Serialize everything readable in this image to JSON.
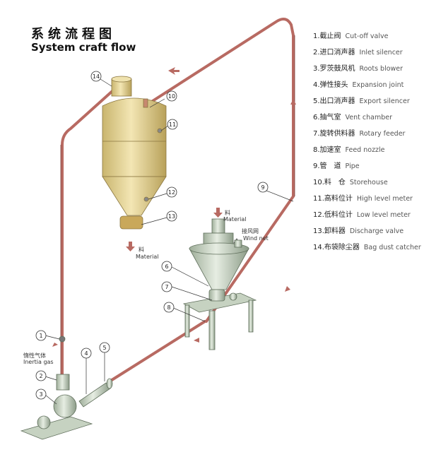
{
  "title": {
    "cn": "系统流程图",
    "en": "System craft flow"
  },
  "legend": [
    {
      "cn": "1.截止阀",
      "en": "Cut-off valve"
    },
    {
      "cn": "2.进口消声器",
      "en": "Inlet silencer"
    },
    {
      "cn": "3.罗茨鼓风机",
      "en": "Roots blower"
    },
    {
      "cn": "4.弹性接头",
      "en": "Expansion joint"
    },
    {
      "cn": "5.出口消声器",
      "en": "Export silencer"
    },
    {
      "cn": "6.抽气室",
      "en": "Vent chamber"
    },
    {
      "cn": "7.旋转供料器",
      "en": "Rotary feeder"
    },
    {
      "cn": "8.加速室",
      "en": "Feed nozzle"
    },
    {
      "cn": "9.管　道",
      "en": "Pipe"
    },
    {
      "cn": "10.料　仓",
      "en": "Storehouse"
    },
    {
      "cn": "11.高料位计",
      "en": "High level meter"
    },
    {
      "cn": "12.低料位计",
      "en": "Low level meter"
    },
    {
      "cn": "13.卸料器",
      "en": "Discharge valve"
    },
    {
      "cn": "14.布袋除尘器",
      "en": "Bag dust catcher"
    }
  ],
  "annotations": {
    "material_cn": "料",
    "material_en": "Material",
    "wind_cn": "接风网",
    "wind_en": "Wind net",
    "gas_cn": "惰性气体",
    "gas_en": "Inertia gas"
  },
  "callouts": [
    "1",
    "2",
    "3",
    "4",
    "5",
    "6",
    "7",
    "8",
    "9",
    "10",
    "11",
    "12",
    "13",
    "14"
  ],
  "colors": {
    "pipe": "#b86a62",
    "silo": "#e2cf8e",
    "equipment": "#b9c7b4"
  }
}
